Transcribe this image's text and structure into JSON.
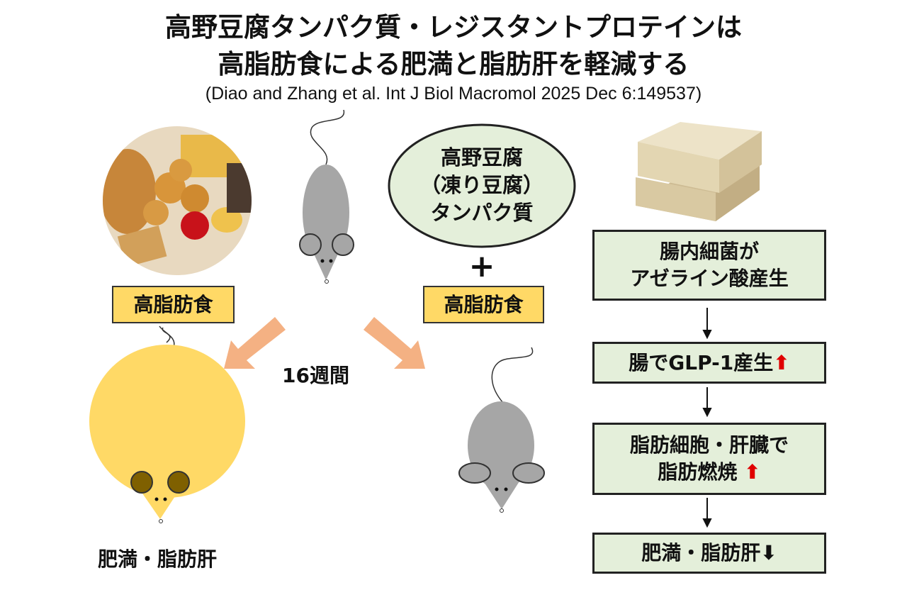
{
  "title": {
    "line1": "高野豆腐タンパク質・レジスタントプロテインは",
    "line2": "高脂肪食による肥満と脂肪肝を軽減する",
    "citation": "(Diao and Zhang et al. Int J Biol Macromol 2025 Dec 6:149537)"
  },
  "left": {
    "diet_label": "高脂肪食",
    "outcome": "肥満・脂肪肝"
  },
  "center": {
    "duration": "16週間",
    "plus": "+"
  },
  "middle": {
    "ellipse_lines": [
      "高野豆腐",
      "（凍り豆腐）",
      "タンパク質"
    ],
    "diet_label": "高脂肪食"
  },
  "flow": {
    "steps": [
      {
        "lines": [
          "腸内細菌が",
          "アゼライン酸産生"
        ]
      },
      {
        "text": "腸でGLP-1産生",
        "arrow": "⬆"
      },
      {
        "lines": [
          "脂肪細胞・肝臓で",
          "脂肪燃焼"
        ],
        "arrow": "⬆"
      },
      {
        "text": "肥満・脂肪肝",
        "arrow": "⬇"
      }
    ],
    "connector": "↓"
  },
  "colors": {
    "label_yellow": "#ffd966",
    "box_green": "#e4efda",
    "arrow_orange": "#f4b183",
    "up_red": "#e00000",
    "mouse_gray": "#a6a6a6",
    "fat_yellow": "#ffd966"
  }
}
